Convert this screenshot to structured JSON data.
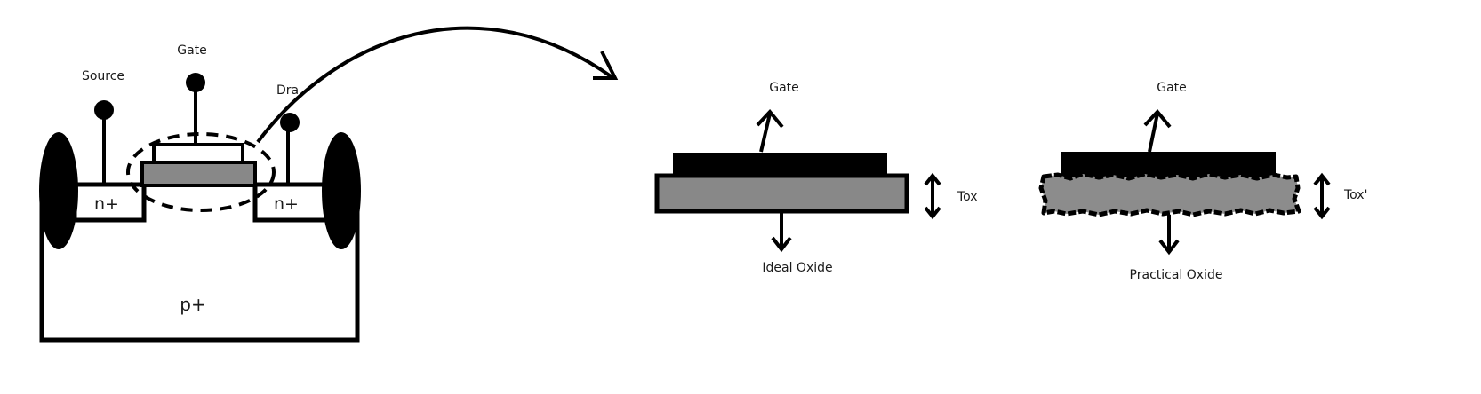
{
  "mosfet": {
    "source_label": "Source",
    "gate_label": "Gate",
    "drain_label": "Drain",
    "left_region_label": "n+",
    "right_region_label": "n+",
    "substrate_label": "p+"
  },
  "ideal": {
    "gate_label": "Gate",
    "thickness_label": "Tox",
    "oxide_label": "Ideal Oxide"
  },
  "practical": {
    "gate_label": "Gate",
    "thickness_label": "Tox'",
    "oxide_label": "Practical Oxide"
  },
  "colors": {
    "line": "#000000",
    "oxide": "#888888",
    "practical_oxide": "#8c8c8c",
    "background": "#ffffff"
  }
}
